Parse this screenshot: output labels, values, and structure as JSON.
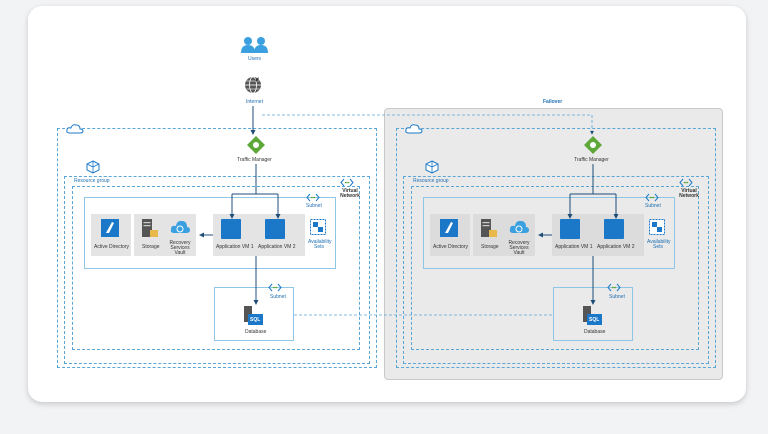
{
  "top": {
    "users_label": "Users",
    "internet_label": "Internet",
    "failover_label": "Failover"
  },
  "primary": {
    "traffic_manager": "Traffic Manager",
    "resource_group": "Resource group",
    "virtual_network": "Virtual Network",
    "subnet_app": "Subnet",
    "subnet_db": "Subnet",
    "active_directory": "Active Directory",
    "storage": "Storage",
    "recovery_vault": "Recovery Services Vault",
    "app_vm1": "Application VM 1",
    "app_vm2": "Application VM 2",
    "availability_sets": "Availability Sets",
    "database": "Database",
    "sql": "SQL"
  },
  "secondary": {
    "traffic_manager": "Traffic Manager",
    "resource_group": "Resource group",
    "virtual_network": "Virtual Network",
    "subnet_app": "Subnet",
    "subnet_db": "Subnet",
    "active_directory": "Active Directory",
    "storage": "Storage",
    "recovery_vault": "Recovery Services Vault",
    "app_vm1": "Application VM 1",
    "app_vm2": "Application VM 2",
    "availability_sets": "Availability Sets",
    "database": "Database",
    "sql": "SQL"
  },
  "colors": {
    "azure_blue": "#1b78c9",
    "dashed_border": "#5aa6d6",
    "traffic_manager_green": "#5ea83a",
    "failover_bg": "#eaeaea"
  },
  "icons": [
    "users-icon",
    "internet-globe-icon",
    "cloud-icon",
    "traffic-manager-icon",
    "resource-group-icon",
    "vnet-icon",
    "subnet-icon",
    "active-directory-icon",
    "storage-icon",
    "vault-icon",
    "vm-icon",
    "availability-set-icon",
    "sql-database-icon"
  ]
}
